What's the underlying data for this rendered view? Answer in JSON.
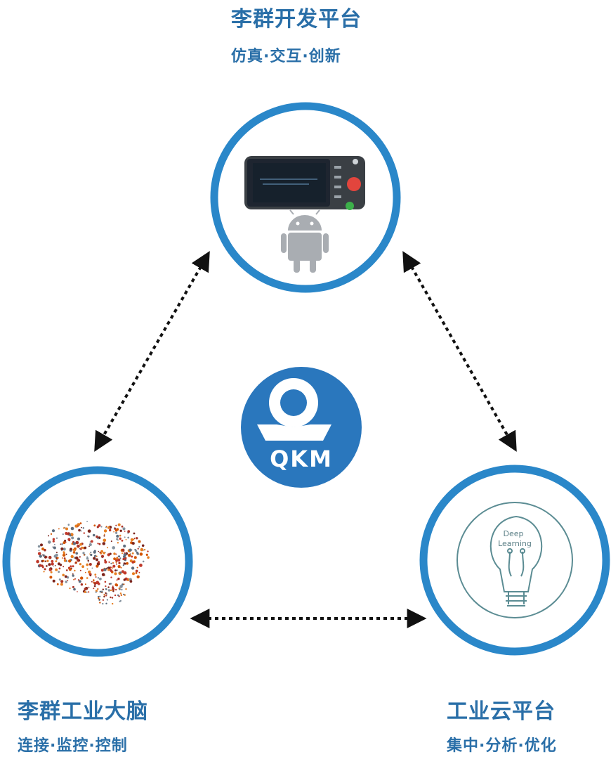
{
  "top": {
    "title": "李群开发平台",
    "subtitle": "仿真·交互·创新"
  },
  "bottom_left": {
    "title": "李群工业大脑",
    "subtitle": "连接·监控·控制"
  },
  "bottom_right": {
    "title": "工业云平台",
    "subtitle": "集中·分析·优化"
  },
  "logo": {
    "text": "QKM"
  },
  "bulb": {
    "label_line1": "Deep",
    "label_line2": "Learning"
  },
  "icons": [
    "handheld-pendant-icon",
    "android-robot-icon",
    "brain-network-icon",
    "lightbulb-icon",
    "qkm-logo"
  ],
  "colors": {
    "accent": "#2a87c9",
    "text": "#2a6fa8",
    "arrow": "#111111"
  }
}
